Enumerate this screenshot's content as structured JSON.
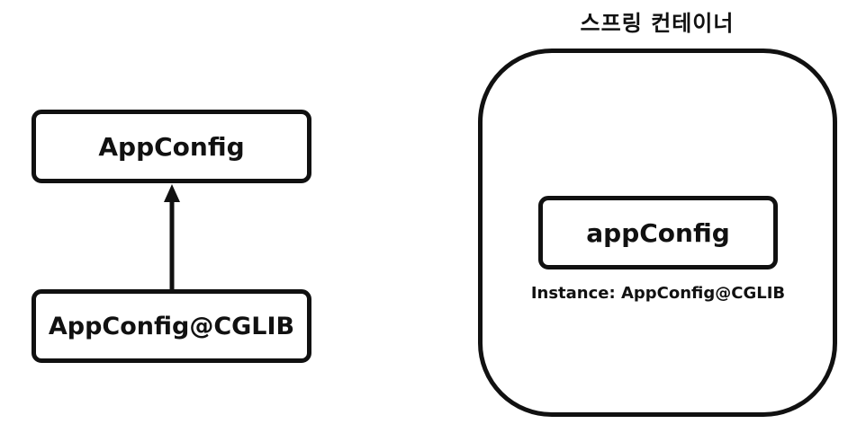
{
  "left_diagram": {
    "parent_class": "AppConfig",
    "child_class": "AppConfig@CGLIB"
  },
  "spring_container": {
    "title": "스프링 컨테이너",
    "bean_name": "appConfig",
    "instance_label": "Instance: AppConfig@CGLIB"
  },
  "colors": {
    "stroke": "#111111",
    "background": "#ffffff"
  }
}
